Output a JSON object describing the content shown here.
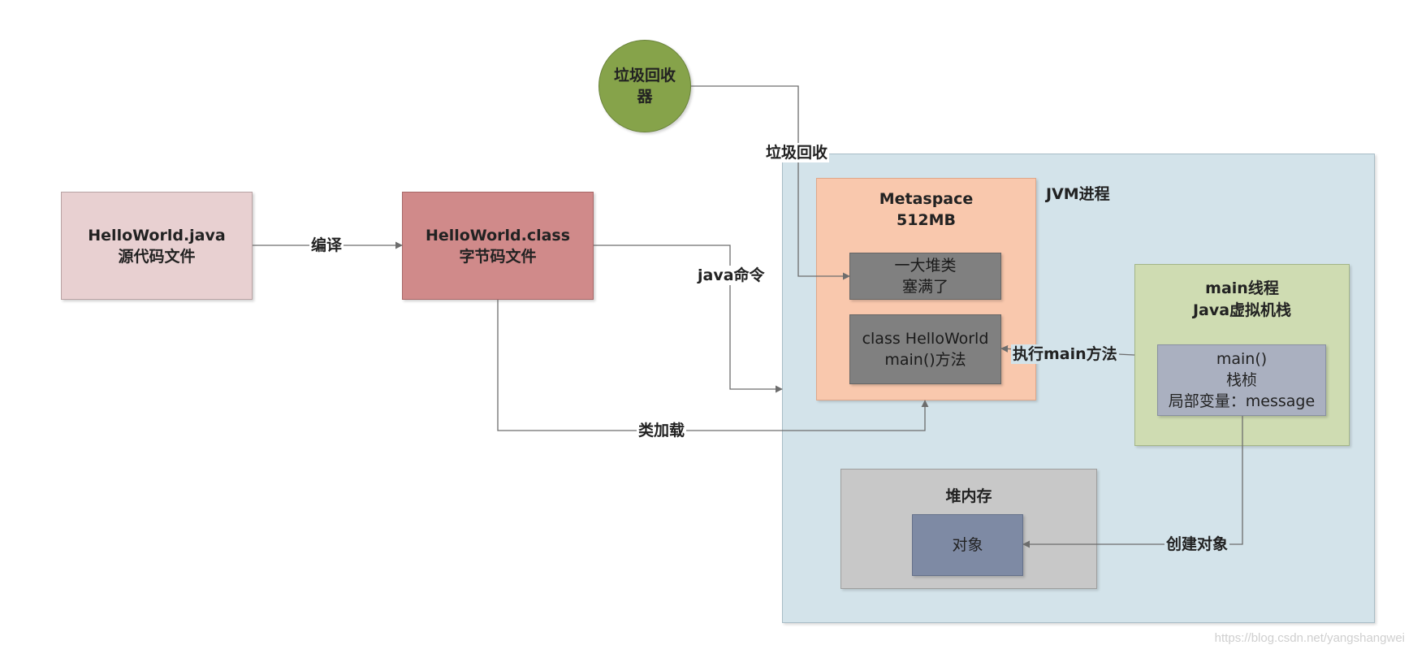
{
  "nodes": {
    "source_file": {
      "line1": "HelloWorld.java",
      "line2": "源代码文件",
      "fill": "#e8d0d1"
    },
    "class_file": {
      "line1": "HelloWorld.class",
      "line2": "字节码文件",
      "fill": "#d08a8a"
    },
    "gc": {
      "line1": "垃圾回收",
      "line2": "器",
      "fill": "#86a34a"
    },
    "jvm": {
      "title": "JVM进程",
      "fill": "#d3e3ea"
    },
    "metaspace": {
      "line1": "Metaspace",
      "line2": "512MB",
      "fill": "#f9c8ad"
    },
    "class_pile": {
      "line1": "一大堆类",
      "line2": "塞满了",
      "fill": "#808080"
    },
    "class_hello": {
      "line1": "class HelloWorld",
      "line2": "main()方法",
      "fill": "#808080"
    },
    "main_thread": {
      "line1": "main线程",
      "line2": "Java虚拟机栈",
      "fill": "#cfdcb2"
    },
    "stack_frame": {
      "line1": "main()",
      "line2": "栈桢",
      "line3": "局部变量：message",
      "fill": "#aab0c0"
    },
    "heap": {
      "title": "堆内存",
      "fill": "#c8c8c8"
    },
    "object": {
      "label": "对象",
      "fill": "#7e8aa4"
    }
  },
  "edges": {
    "compile": "编译",
    "java_cmd": "java命令",
    "class_load": "类加载",
    "gc": "垃圾回收",
    "execute_main": "执行main方法",
    "create_object": "创建对象"
  },
  "colors": {
    "edge": "#6d6d6d"
  },
  "watermark": "https://blog.csdn.net/yangshangwei"
}
